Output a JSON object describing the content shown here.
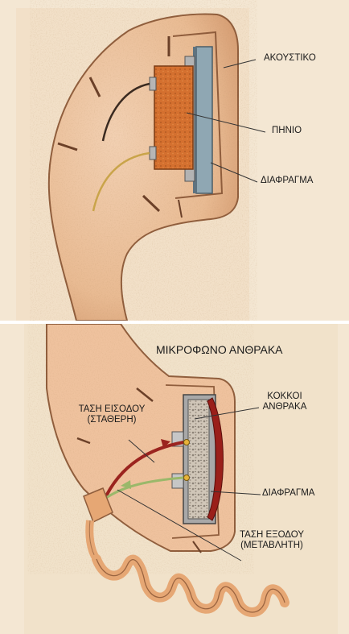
{
  "earpiece": {
    "labels": {
      "earpiece": "ΑΚΟΥΣΤΙΚΟ",
      "coil": "ΠΗΝΙΟ",
      "diaphragm": "ΔΙΑΦΡΑΓΜΑ"
    }
  },
  "microphone": {
    "labels": {
      "title": "ΜΙΚΡΟΦΩΝΟ ΑΝΘΡΑΚΑ",
      "input_voltage": "ΤΑΣΗ ΕΙΣΟΔΟΥ",
      "input_voltage_note": "(ΣΤΑΘΕΡΗ)",
      "carbon_granules_line1": "ΚΟΚΚΟΙ",
      "carbon_granules_line2": "ΑΝΘΡΑΚΑ",
      "diaphragm": "ΔΙΑΦΡΑΓΜΑ",
      "output_voltage": "ΤΑΣΗ ΕΞΟΔΟΥ",
      "output_voltage_note": "(ΜΕΤΑΒΛΗΤΗ)"
    }
  },
  "colors": {
    "paper": "#f4e7d3",
    "handset_skin": "#efc29e",
    "handset_shadow": "#d79d72",
    "handset_edge": "#8f5d3c",
    "coil": "#d4702f",
    "coil_dark": "#9b4a1c",
    "diaphragm_blue": "#8fa7b3",
    "mic_frame": "#a8a8a8",
    "mic_body": "#9a1f1a",
    "granules": "#d0c6b8",
    "wire_red": "#9b241f",
    "wire_green": "#9ab86a",
    "cord": "#e6a774"
  }
}
